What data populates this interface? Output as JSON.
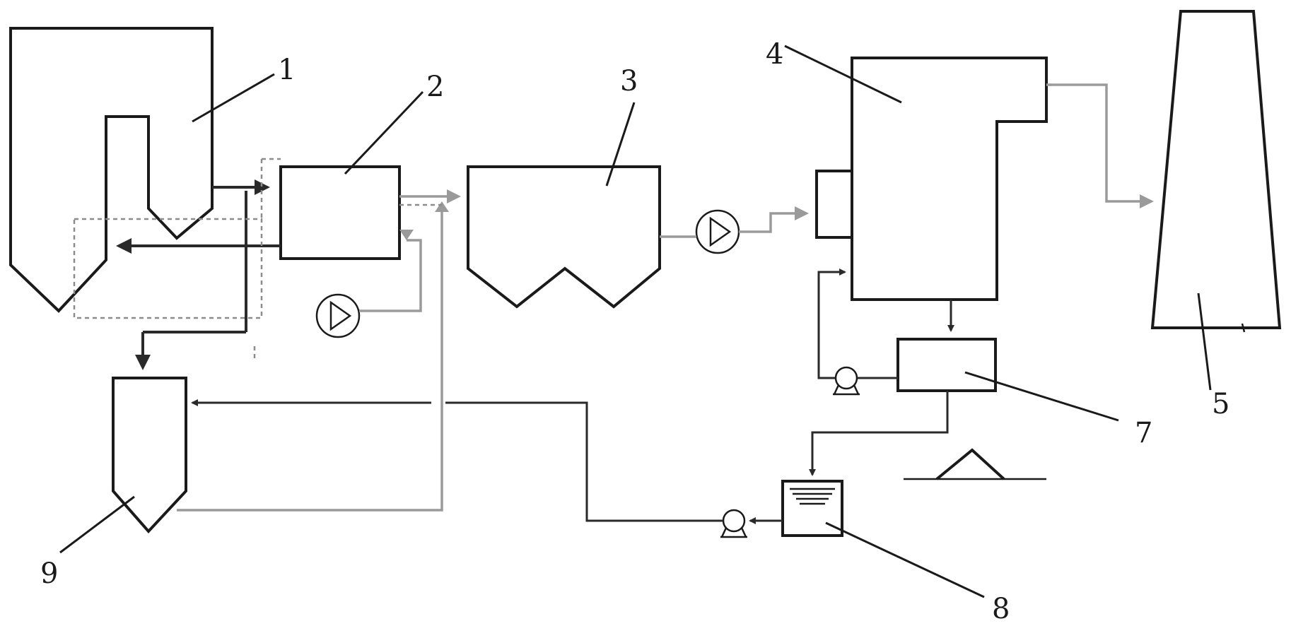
{
  "labels": {
    "boiler": "1",
    "scr_reactor": "2",
    "dust_collector": "3",
    "desulfurization_tower": "4",
    "chimney": "5",
    "dewatering_unit": "7",
    "water_tank": "8",
    "ash_hopper": "9"
  },
  "colors": {
    "equipment": "#1a1a1a",
    "main_flow": "#2a2a2a",
    "flue_gas": "#9a9a9a",
    "dashed_flow": "#8c8c8c",
    "background": "#ffffff"
  }
}
